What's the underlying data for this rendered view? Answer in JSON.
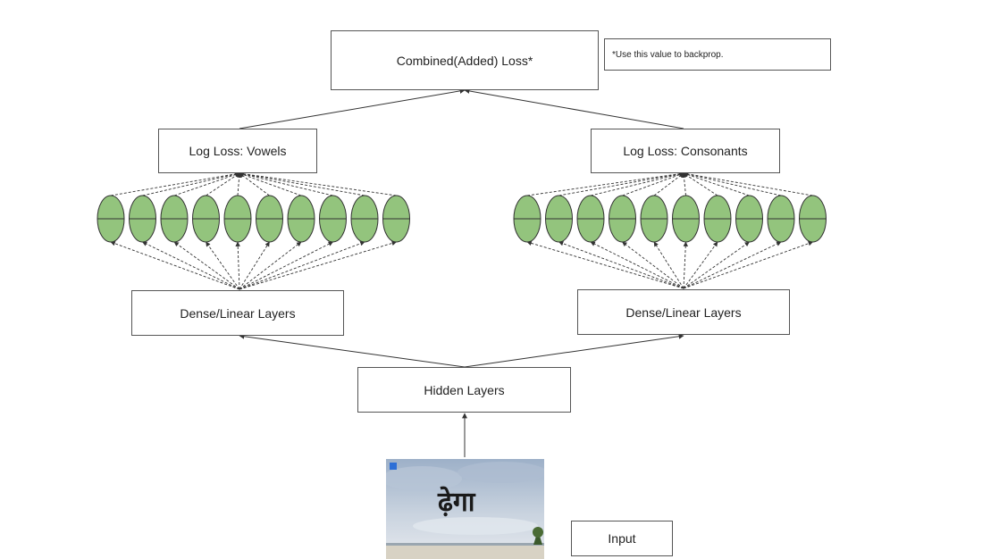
{
  "diagram": {
    "combined_loss": "Combined(Added) Loss*",
    "backprop_note": "*Use this value to backprop.",
    "log_loss_vowels": "Log Loss: Vowels",
    "log_loss_consonants": "Log Loss: Consonants",
    "dense_left": "Dense/Linear Layers",
    "dense_right": "Dense/Linear Layers",
    "hidden_layers": "Hidden Layers",
    "input": "Input",
    "input_image_text": "ढ़ेगा",
    "neuron_count_per_head": 10,
    "colors": {
      "neuron_fill": "#93c47d",
      "line": "#333333",
      "box_border": "#555555"
    }
  }
}
